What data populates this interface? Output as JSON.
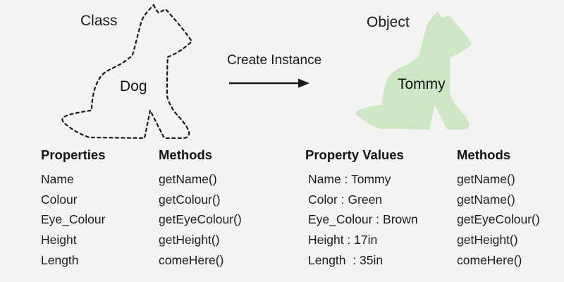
{
  "palette": {
    "background": "#f3f3f1",
    "text": "#1c1c1c",
    "dog_green": "#cde6c3",
    "outline": "#1a1a1a"
  },
  "class_side": {
    "label": "Class",
    "dog_name": "Dog",
    "dog_icon": "dotted-dog-outline-icon"
  },
  "object_side": {
    "label": "Object",
    "dog_name": "Tommy",
    "dog_icon": "green-dog-silhouette-icon"
  },
  "transition": {
    "label": "Create Instance",
    "arrow_icon": "right-arrow-icon"
  },
  "class_table": {
    "properties_header": "Properties",
    "methods_header": "Methods",
    "properties": [
      "Name",
      "Colour",
      "Eye_Colour",
      "Height",
      "Length"
    ],
    "methods": [
      "getName()",
      "getColour()",
      "getEyeColour()",
      "getHeight()",
      "comeHere()"
    ]
  },
  "object_table": {
    "values_header": "Property Values",
    "methods_header": "Methods",
    "values": [
      "Name : Tommy",
      "Color : Green",
      "Eye_Colour : Brown",
      "Height : 17in",
      "Length  : 35in"
    ],
    "methods": [
      "getName()",
      "getName()",
      "getEyeColour()",
      "getHeight()",
      "comeHere()"
    ]
  }
}
